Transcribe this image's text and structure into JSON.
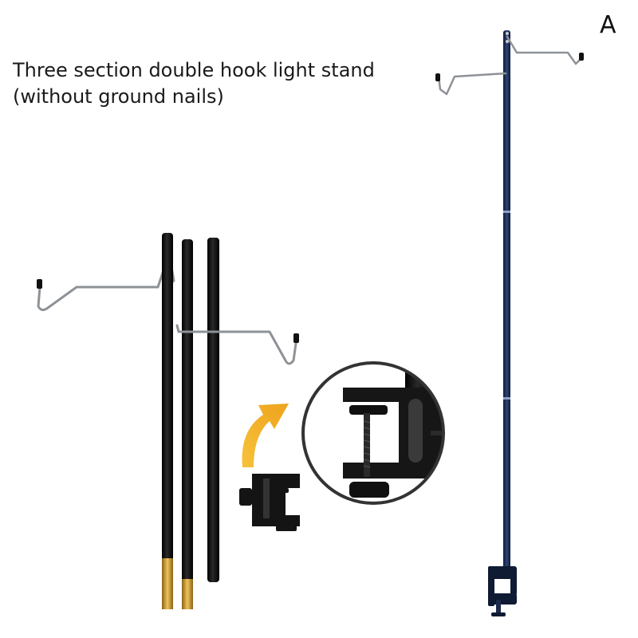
{
  "caption": {
    "line1": "Three section double hook light stand",
    "line2": "(without ground nails)"
  },
  "variant_label": "A",
  "colors": {
    "pole_black": "#0d0d0d",
    "pole_navy": "#1e2f57",
    "hook_steel": "#8e9297",
    "connector_gold": "#c9972d",
    "arrow_yellow": "#f2b12a",
    "zoom_ring": "#333333"
  },
  "icons": [
    "curved-arrow-icon"
  ]
}
